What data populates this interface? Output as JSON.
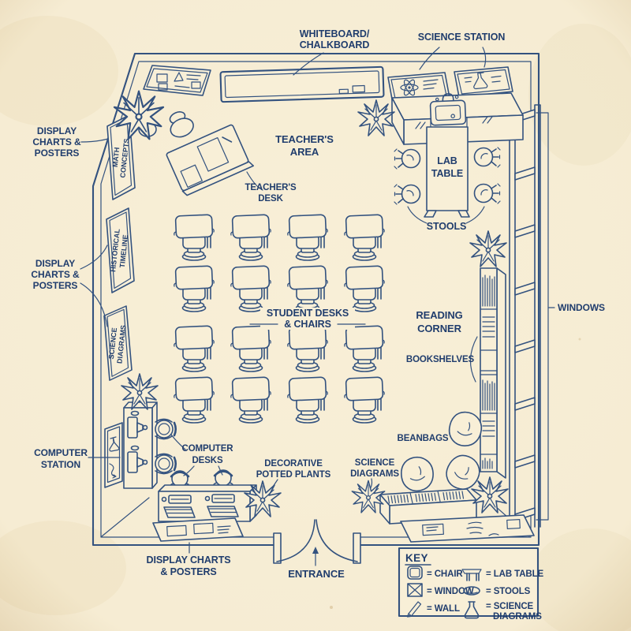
{
  "palette": {
    "paper": "#f8efd7",
    "paper_edge": "#e6d5ac",
    "ink_line": "#33527f",
    "ink_text": "#203d6d"
  },
  "labels": {
    "whiteboard": [
      "WHITEBOARD/",
      "CHALKBOARD"
    ],
    "science_station": [
      "SCIENCE STATION"
    ],
    "teachers_area": [
      "TEACHER'S",
      "AREA"
    ],
    "teachers_desk": [
      "TEACHER'S",
      "DESK"
    ],
    "lab_table": [
      "LAB",
      "TABLE"
    ],
    "stools": [
      "STOOLS"
    ],
    "student_desks": [
      "STUDENT DESKS",
      "& CHAIRS"
    ],
    "reading_corner": [
      "READING",
      "CORNER"
    ],
    "bookshelves": [
      "BOOKSHELVES"
    ],
    "windows": [
      "WINDOWS"
    ],
    "beanbags": [
      "BEANBAGS"
    ],
    "science_diagrams_area": [
      "SCIENCE",
      "DIAGRAMS"
    ],
    "display_charts_top": [
      "DISPLAY",
      "CHARTS &",
      "POSTERS"
    ],
    "display_charts_mid": [
      "DISPLAY",
      "CHARTS &",
      "POSTERS"
    ],
    "display_charts_bottom": [
      "DISPLAY CHARTS",
      "& POSTERS"
    ],
    "computer_station": [
      "COMPUTER",
      "STATION"
    ],
    "computer_desks": [
      "COMPUTER",
      "DESKS"
    ],
    "decorative_plants": [
      "DECORATIVE",
      "POTTED PLANTS"
    ],
    "entrance": [
      "ENTRANCE"
    ]
  },
  "wall_posters": {
    "math_concepts": [
      "MATH",
      "CONCEPTS"
    ],
    "historical_timeline": [
      "HISTORICAL",
      "TIMELINE"
    ],
    "science_diagrams": [
      "SCIENCE",
      "DIAGRAMS"
    ]
  },
  "key": {
    "title": "KEY",
    "items": [
      {
        "name": "chair",
        "lines": [
          "= CHAIR"
        ]
      },
      {
        "name": "window",
        "lines": [
          "= WINDOW"
        ]
      },
      {
        "name": "wall",
        "lines": [
          "= WALL"
        ]
      },
      {
        "name": "lab-table",
        "lines": [
          "= LAB TABLE"
        ]
      },
      {
        "name": "stools",
        "lines": [
          "= STOOLS"
        ]
      },
      {
        "name": "science-diagrams",
        "lines": [
          "= SCIENCE",
          "DIAGRAMS"
        ]
      }
    ]
  }
}
